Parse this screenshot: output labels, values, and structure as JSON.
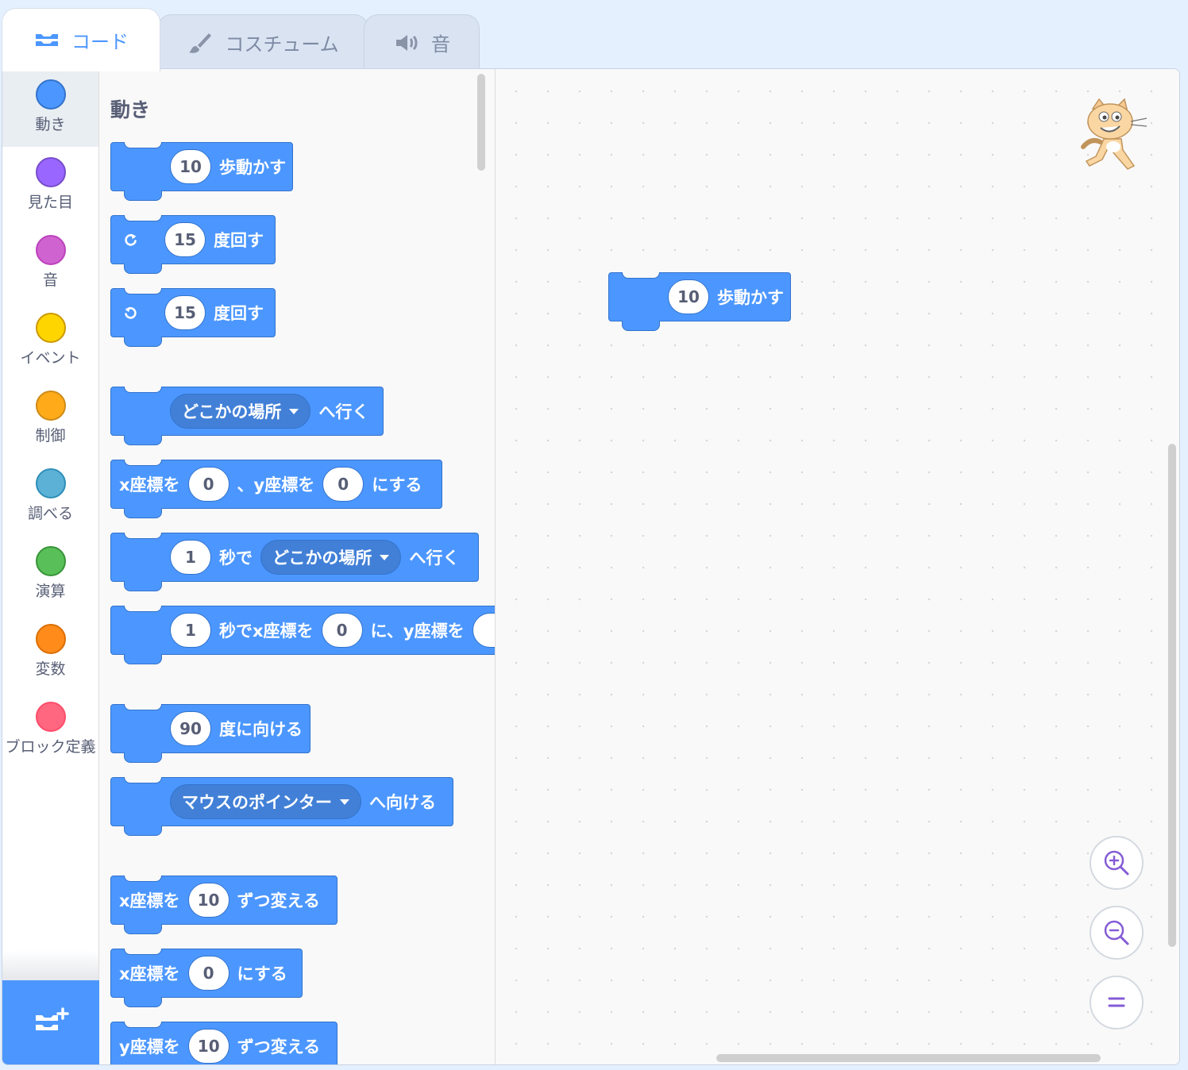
{
  "tabs": [
    {
      "label": "コード",
      "icon": "code-icon",
      "active": true
    },
    {
      "label": "コスチューム",
      "icon": "brush-icon",
      "active": false
    },
    {
      "label": "音",
      "icon": "speaker-icon",
      "active": false
    }
  ],
  "categories": [
    {
      "label": "動き",
      "color": "#4c97ff",
      "selected": true
    },
    {
      "label": "見た目",
      "color": "#9966ff"
    },
    {
      "label": "音",
      "color": "#cf63cf"
    },
    {
      "label": "イベント",
      "color": "#ffd500"
    },
    {
      "label": "制御",
      "color": "#ffab19"
    },
    {
      "label": "調べる",
      "color": "#5cb1d6"
    },
    {
      "label": "演算",
      "color": "#59c059"
    },
    {
      "label": "変数",
      "color": "#ff8c1a"
    },
    {
      "label": "ブロック定義",
      "color": "#ff6680"
    }
  ],
  "extension_button_icon": "add-extension-icon",
  "palette": {
    "title": "動き",
    "blocks": {
      "move": {
        "num": "10",
        "text": "歩動かす"
      },
      "turn_right": {
        "num": "15",
        "text": "度回す"
      },
      "turn_left": {
        "num": "15",
        "text": "度回す"
      },
      "goto": {
        "dropdown": "どこかの場所",
        "text": "へ行く"
      },
      "gotoxy": {
        "t1": "x座標を",
        "x": "0",
        "t2": "、y座標を",
        "y": "0",
        "t3": "にする"
      },
      "glide": {
        "num": "1",
        "t1": "秒で",
        "dropdown": "どこかの場所",
        "t2": "へ行く"
      },
      "glidexy": {
        "num": "1",
        "t1": "秒でx座標を",
        "x": "0",
        "t2": "に、y座標を"
      },
      "point_direction": {
        "num": "90",
        "text": "度に向ける"
      },
      "point_towards": {
        "dropdown": "マウスのポインター",
        "text": "へ向ける"
      },
      "change_x": {
        "t1": "x座標を",
        "num": "10",
        "t2": "ずつ変える"
      },
      "set_x": {
        "t1": "x座標を",
        "num": "0",
        "t2": "にする"
      },
      "change_y": {
        "t1": "y座標を",
        "num": "10",
        "t2": "ずつ変える"
      }
    }
  },
  "workspace": {
    "sprite_icon": "cat-sprite-icon",
    "block": {
      "num": "10",
      "text": "歩動かす"
    },
    "zoom_in_icon": "zoom-in-icon",
    "zoom_out_icon": "zoom-out-icon",
    "zoom_reset_icon": "zoom-reset-icon"
  }
}
